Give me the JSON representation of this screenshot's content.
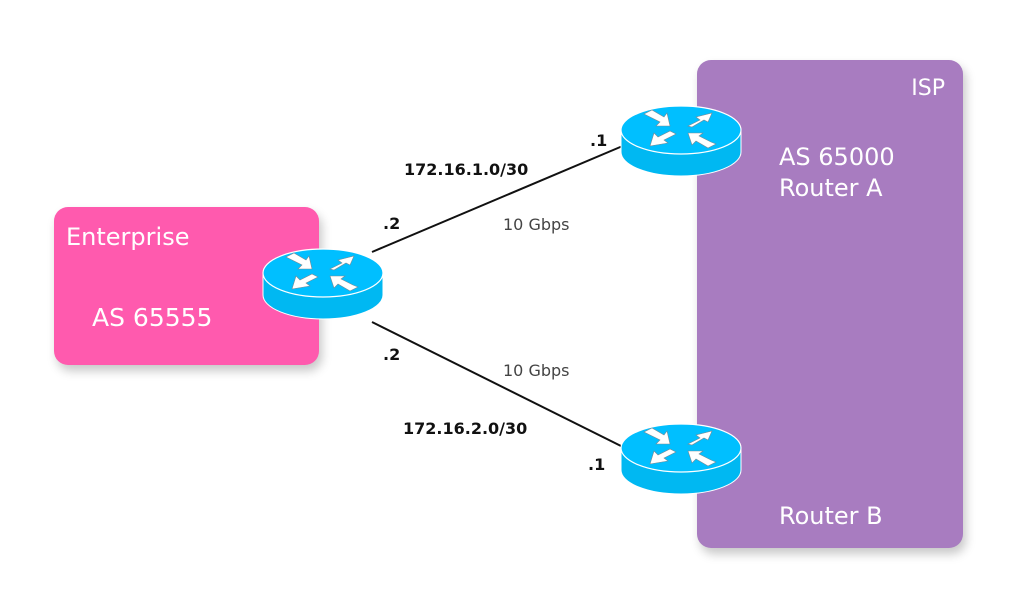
{
  "diagram": {
    "title": "BGP dual-homed Enterprise to ISP topology",
    "colors": {
      "enterprise": "#ff5aae",
      "isp": "#a87cc0",
      "router": "#00bfff",
      "router_dark": "#0aa6dc",
      "link": "#111111"
    },
    "enterprise": {
      "title": "Enterprise",
      "as_label": "AS 65555"
    },
    "isp": {
      "title": "ISP",
      "as_label": "AS 65000",
      "router_a_label": "Router A",
      "router_b_label": "Router B"
    },
    "links": [
      {
        "subnet": "172.16.1.0/30",
        "speed": "10 Gbps",
        "enterprise_end": ".2",
        "isp_end": ".1"
      },
      {
        "subnet": "172.16.2.0/30",
        "speed": "10 Gbps",
        "enterprise_end": ".2",
        "isp_end": ".1"
      }
    ],
    "routers": [
      {
        "name": "enterprise-router",
        "icon": "router-icon"
      },
      {
        "name": "router-a",
        "icon": "router-icon"
      },
      {
        "name": "router-b",
        "icon": "router-icon"
      }
    ]
  }
}
